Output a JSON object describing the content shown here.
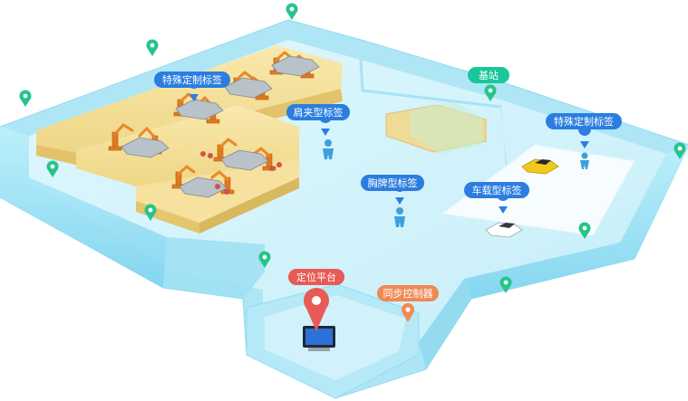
{
  "colors": {
    "floor": "#d4f3fb",
    "floor_mid": "#bfeaf7",
    "wall_top": "#aee6f6",
    "wall_side": "#7fd2ee",
    "zone_top": "#f5e3a0",
    "zone_side": "#e4c66f",
    "parking": "#f7fcfe",
    "label_blue": "#2b7de0",
    "label_green": "#19c79a",
    "label_red": "#e85a55",
    "label_orange": "#ef8a55",
    "anchor_green": "#27c48a",
    "pin_blue": "#2b7de0"
  },
  "labels": {
    "special_tag_left": "特殊定制标签",
    "shoulder_tag": "肩夹型标签",
    "base_station": "基站",
    "special_tag_right": "特殊定制标签",
    "chest_tag": "胸牌型标签",
    "vehicle_tag": "车载型标签",
    "positioning_platform": "定位平台",
    "sync_controller": "同步控制器"
  },
  "icons": {
    "anchor": "map-pin-icon",
    "person": "person-icon",
    "car": "car-icon",
    "robot_arm": "robot-arm-icon",
    "monitor": "monitor-icon"
  }
}
